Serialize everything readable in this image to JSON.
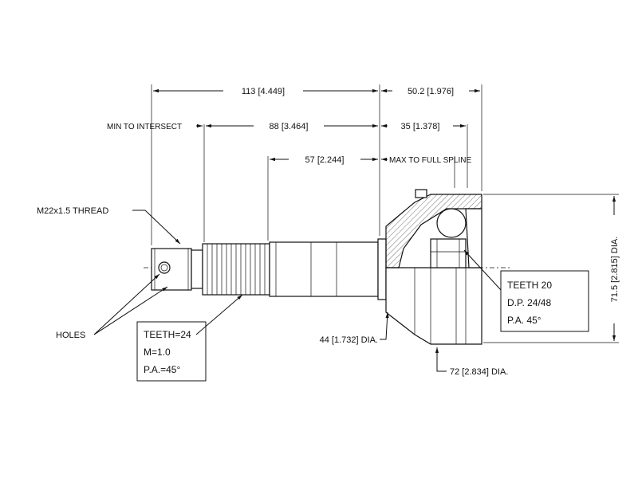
{
  "dimensions": {
    "overall_length": "113 [4.449]",
    "housing_length": "50.2 [1.976]",
    "intersect_length": "88 [3.464]",
    "min_to_intersect": "MIN TO INTERSECT",
    "spline_to_housing": "35 [1.378]",
    "full_spline_length": "57 [2.244]",
    "max_to_full_spline": "MAX TO FULL SPLINE",
    "housing_dia": "71.5 [2.815] DIA.",
    "shaft_dia": "44 [1.732] DIA.",
    "cup_dia": "72 [2.834] DIA."
  },
  "labels": {
    "thread": "M22x1.5 THREAD",
    "holes": "HOLES"
  },
  "notes": {
    "outer_spline": [
      "TEETH=24",
      "M=1.0",
      "P.A.=45°"
    ],
    "inner_spline": [
      "TEETH 20",
      "D.P. 24/48",
      "P.A. 45°"
    ]
  }
}
